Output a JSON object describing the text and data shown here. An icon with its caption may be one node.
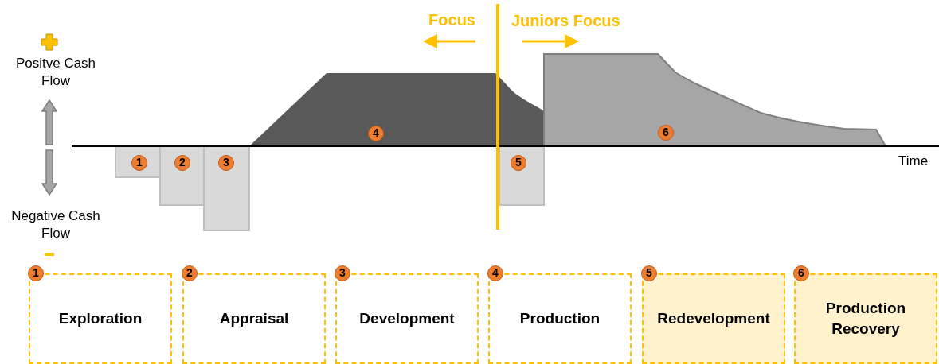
{
  "diagram": {
    "nodes": [
      {
        "text": [
          "1",
          "Exploration"
        ]
      },
      {
        "text": [
          "2",
          "Appraisal"
        ]
      },
      {
        "text": [
          "3",
          "Development"
        ]
      },
      {
        "text": [
          "4",
          "Production"
        ]
      },
      {
        "text": [
          "5",
          "Redevelopment"
        ]
      },
      {
        "text": [
          "6",
          "Production Recovery"
        ]
      }
    ],
    "labels": [
      "Focus",
      "Juniors Focus",
      "Positve Cash Flow",
      "4",
      "6",
      "1",
      "2",
      "3",
      "5",
      "Time",
      "Negative Cash Flow"
    ]
  }
}
